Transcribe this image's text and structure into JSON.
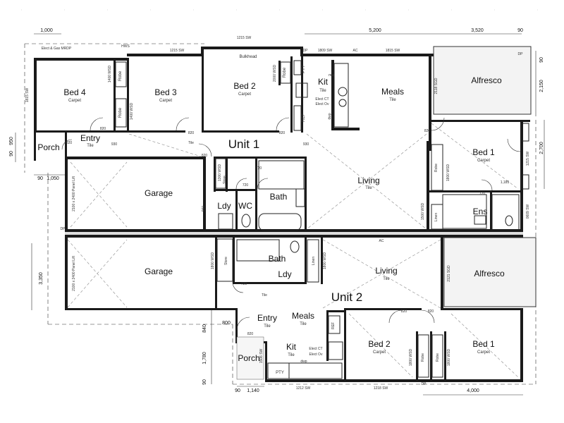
{
  "units": {
    "unit1": "Unit 1",
    "unit2": "Unit 2"
  },
  "rooms": {
    "bed4": {
      "name": "Bed 4",
      "floor": "Carpet"
    },
    "bed3": {
      "name": "Bed 3",
      "floor": "Carpet"
    },
    "bed2_u1": {
      "name": "Bed 2",
      "floor": "Carpet"
    },
    "kit_u1": {
      "name": "Kit",
      "floor": "Tile"
    },
    "meals_u1": {
      "name": "Meals",
      "floor": "Tile"
    },
    "alfresco_u1": {
      "name": "Alfresco"
    },
    "bed1_u1": {
      "name": "Bed 1",
      "floor": "Carpet"
    },
    "porch_u1": {
      "name": "Porch"
    },
    "entry_u1": {
      "name": "Entry",
      "floor": "Tile"
    },
    "garage_u1": {
      "name": "Garage"
    },
    "ldy_u1": {
      "name": "Ldy"
    },
    "wc_u1": {
      "name": "WC"
    },
    "bath_u1": {
      "name": "Bath"
    },
    "living_u1": {
      "name": "Living",
      "floor": "Tile"
    },
    "ens_u1": {
      "name": "Ens"
    },
    "garage_u2": {
      "name": "Garage"
    },
    "bath_u2": {
      "name": "Bath"
    },
    "ldy_u2": {
      "name": "Ldy"
    },
    "living_u2": {
      "name": "Living",
      "floor": "Tile"
    },
    "alfresco_u2": {
      "name": "Alfresco"
    },
    "entry_u2": {
      "name": "Entry",
      "floor": "Tile"
    },
    "meals_u2": {
      "name": "Meals",
      "floor": "Tile"
    },
    "kit_u2": {
      "name": "Kit",
      "floor": "Tile"
    },
    "porch_u2": {
      "name": "Porch"
    },
    "bed2_u2": {
      "name": "Bed 2",
      "floor": "Carpet"
    },
    "bed1_u2": {
      "name": "Bed 1",
      "floor": "Carpet"
    }
  },
  "fixtures": {
    "robe": "Robe",
    "linen": "Linen",
    "store": "Store",
    "pty": "PTY",
    "ref": "REF",
    "bulkhead": "Bulkhead",
    "tile": "Tile",
    "elect_ct": "Elect CT",
    "elect_ov": "Elect Ov",
    "ac": "AC",
    "dp": "DP",
    "hws": "HWS",
    "mw": "mw",
    "dwp": "dwp",
    "elect_gas": "Elect & Gas MRDP",
    "w1815sw": "1815 SW",
    "w1215sw": "1215 SW",
    "w1809sw": "1809 SW",
    "w1400wsd": "1400 WSD",
    "w2000wsd": "2000 WSD",
    "w2118sgd": "2118 SGD",
    "w1800wsd": "1800 WSD",
    "w1300wsd": "1300 WSD",
    "w1500wsd": "1500 WSD",
    "w0609sw": "0609 SW",
    "w2121sgd": "2121 SGD",
    "w1212sw": "1212 SW",
    "w1218sw": "1218 SW",
    "w1506sw": "1506 SW",
    "panel_lift": "2100 x 2400 Panel Lift",
    "d820": "820",
    "d720": "720",
    "d930": "930",
    "d960": "960",
    "d1185": "1,185"
  },
  "dimensions": {
    "d1000": "1,000",
    "d5200": "5,200",
    "d3520": "3,520",
    "d90": "90",
    "d2150": "2,150",
    "d2700": "2,700",
    "d950": "950",
    "d1050": "1,050",
    "d3350": "3,350",
    "d840": "840",
    "d800": "800",
    "d1780": "1,780",
    "d1140": "1,140",
    "d4000": "4,000"
  }
}
